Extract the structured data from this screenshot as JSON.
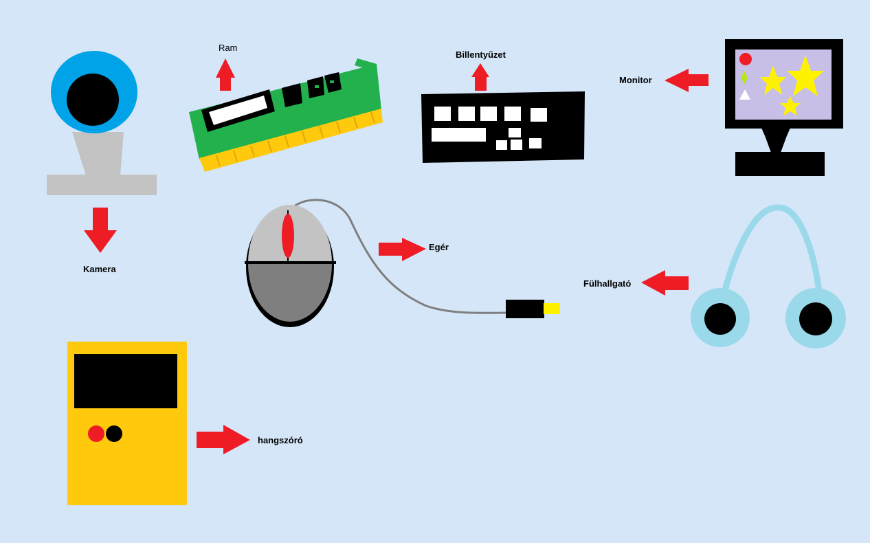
{
  "labels": {
    "kamera": "Kamera",
    "ram": "Ram",
    "billentyuzet": "Billentyűzet",
    "monitor": "Monitor",
    "eger": "Egér",
    "fulhallgato": "Fülhallgató",
    "hangszoro": "hangszóró"
  },
  "colors": {
    "background": "#d4e6f8",
    "arrow": "#ee1c24",
    "camera_blue": "#00a2e8",
    "stand_gray": "#c3c3c3",
    "ram_green": "#22b14c",
    "ram_gold": "#ffc90e",
    "screen_lilac": "#c8bfe7",
    "star_yellow": "#fff200",
    "mouse_light": "#c3c3c3",
    "mouse_dark": "#7f7f7f",
    "headphone_blue": "#99d9ea",
    "speaker_yellow": "#ffc90e"
  },
  "icons": [
    "webcam-icon",
    "ram-module-icon",
    "keyboard-icon",
    "monitor-icon",
    "mouse-icon",
    "headphones-icon",
    "speaker-icon",
    "arrow-icon"
  ]
}
